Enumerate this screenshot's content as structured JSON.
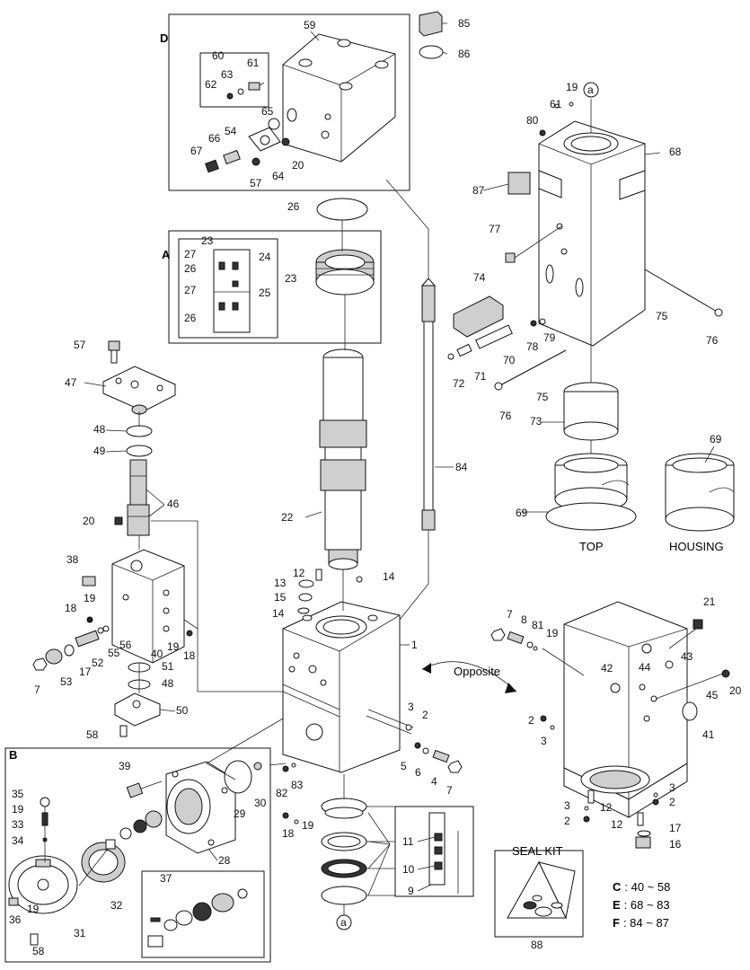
{
  "sections": {
    "d": "D",
    "a": "A",
    "b": "B"
  },
  "callout_a": "a",
  "captions": {
    "top": "TOP",
    "housing": "HOUSING",
    "opposite": "Opposite",
    "seal_kit": "SEAL KIT"
  },
  "seal_kit_number": "88",
  "legend": [
    {
      "key": "C",
      "range": ": 40 ~ 58"
    },
    {
      "key": "E",
      "range": ": 68 ~ 83"
    },
    {
      "key": "F",
      "range": ": 84 ~ 87"
    }
  ],
  "labels": {
    "n1": "1",
    "n2a": "2",
    "n2b": "2",
    "n2c": "2",
    "n2d": "2",
    "n3a": "3",
    "n3b": "3",
    "n3c": "3",
    "n3d": "3",
    "n4": "4",
    "n5": "5",
    "n6": "6",
    "n7a": "7",
    "n7b": "7",
    "n7c": "7",
    "n8": "8",
    "n9": "9",
    "n10": "10",
    "n11": "11",
    "n12a": "12",
    "n12b": "12",
    "n12c": "12",
    "n13": "13",
    "n14a": "14",
    "n14b": "14",
    "n15": "15",
    "n16": "16",
    "n17a": "17",
    "n17b": "17",
    "n18a": "18",
    "n18b": "18",
    "n18c": "18",
    "n19a": "19",
    "n19b": "19",
    "n19c": "19",
    "n19d": "19",
    "n19e": "19",
    "n19f": "19",
    "n19g": "19",
    "n20a": "20",
    "n20b": "20",
    "n20c": "20",
    "n21": "21",
    "n22": "22",
    "n23a": "23",
    "n23b": "23",
    "n24": "24",
    "n25": "25",
    "n26a": "26",
    "n26b": "26",
    "n26c": "26",
    "n27a": "27",
    "n27b": "27",
    "n28": "28",
    "n29": "29",
    "n30": "30",
    "n31": "31",
    "n32": "32",
    "n33": "33",
    "n34": "34",
    "n35": "35",
    "n36": "36",
    "n37": "37",
    "n38": "38",
    "n39": "39",
    "n40": "40",
    "n41": "41",
    "n42": "42",
    "n43": "43",
    "n44": "44",
    "n45": "45",
    "n46": "46",
    "n47": "47",
    "n48a": "48",
    "n48b": "48",
    "n49": "49",
    "n50": "50",
    "n51": "51",
    "n52": "52",
    "n53": "53",
    "n54": "54",
    "n55": "55",
    "n56": "56",
    "n57a": "57",
    "n57b": "57",
    "n58a": "58",
    "n58b": "58",
    "n59": "59",
    "n60": "60",
    "n61a": "61",
    "n61b": "61",
    "n62": "62",
    "n63": "63",
    "n64": "64",
    "n65": "65",
    "n66": "66",
    "n67": "67",
    "n68": "68",
    "n69a": "69",
    "n69b": "69",
    "n70": "70",
    "n71": "71",
    "n72": "72",
    "n73": "73",
    "n74": "74",
    "n75a": "75",
    "n75b": "75",
    "n76a": "76",
    "n76b": "76",
    "n77": "77",
    "n78": "78",
    "n79": "79",
    "n80": "80",
    "n81": "81",
    "n82": "82",
    "n83": "83",
    "n84": "84",
    "n85": "85",
    "n86": "86",
    "n87": "87"
  }
}
